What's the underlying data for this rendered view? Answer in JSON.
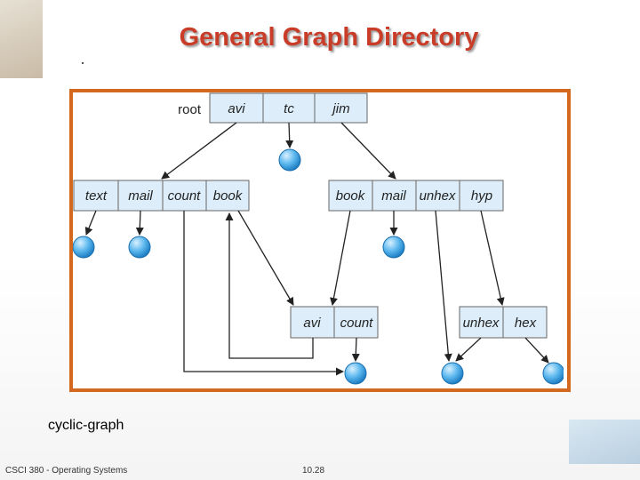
{
  "slide": {
    "title": "General Graph Directory",
    "caption": "cyclic-graph",
    "footer_left": "CSCI 380 - Operating Systems",
    "footer_page": "10.28"
  },
  "diagram": {
    "root_label": "root",
    "root_entries": [
      "avi",
      "tc",
      "jim"
    ],
    "dir_left_entries": [
      "text",
      "mail",
      "count",
      "book"
    ],
    "dir_right_entries": [
      "book",
      "mail",
      "unhex",
      "hyp"
    ],
    "dir_bottom_left_entries": [
      "avi",
      "count"
    ],
    "dir_bottom_right_entries": [
      "unhex",
      "hex"
    ]
  },
  "colors": {
    "title": "#c83c28",
    "frame_border": "#d2691e",
    "cell_fill": "#ddeefa",
    "file_node": "#3fa8e6"
  }
}
